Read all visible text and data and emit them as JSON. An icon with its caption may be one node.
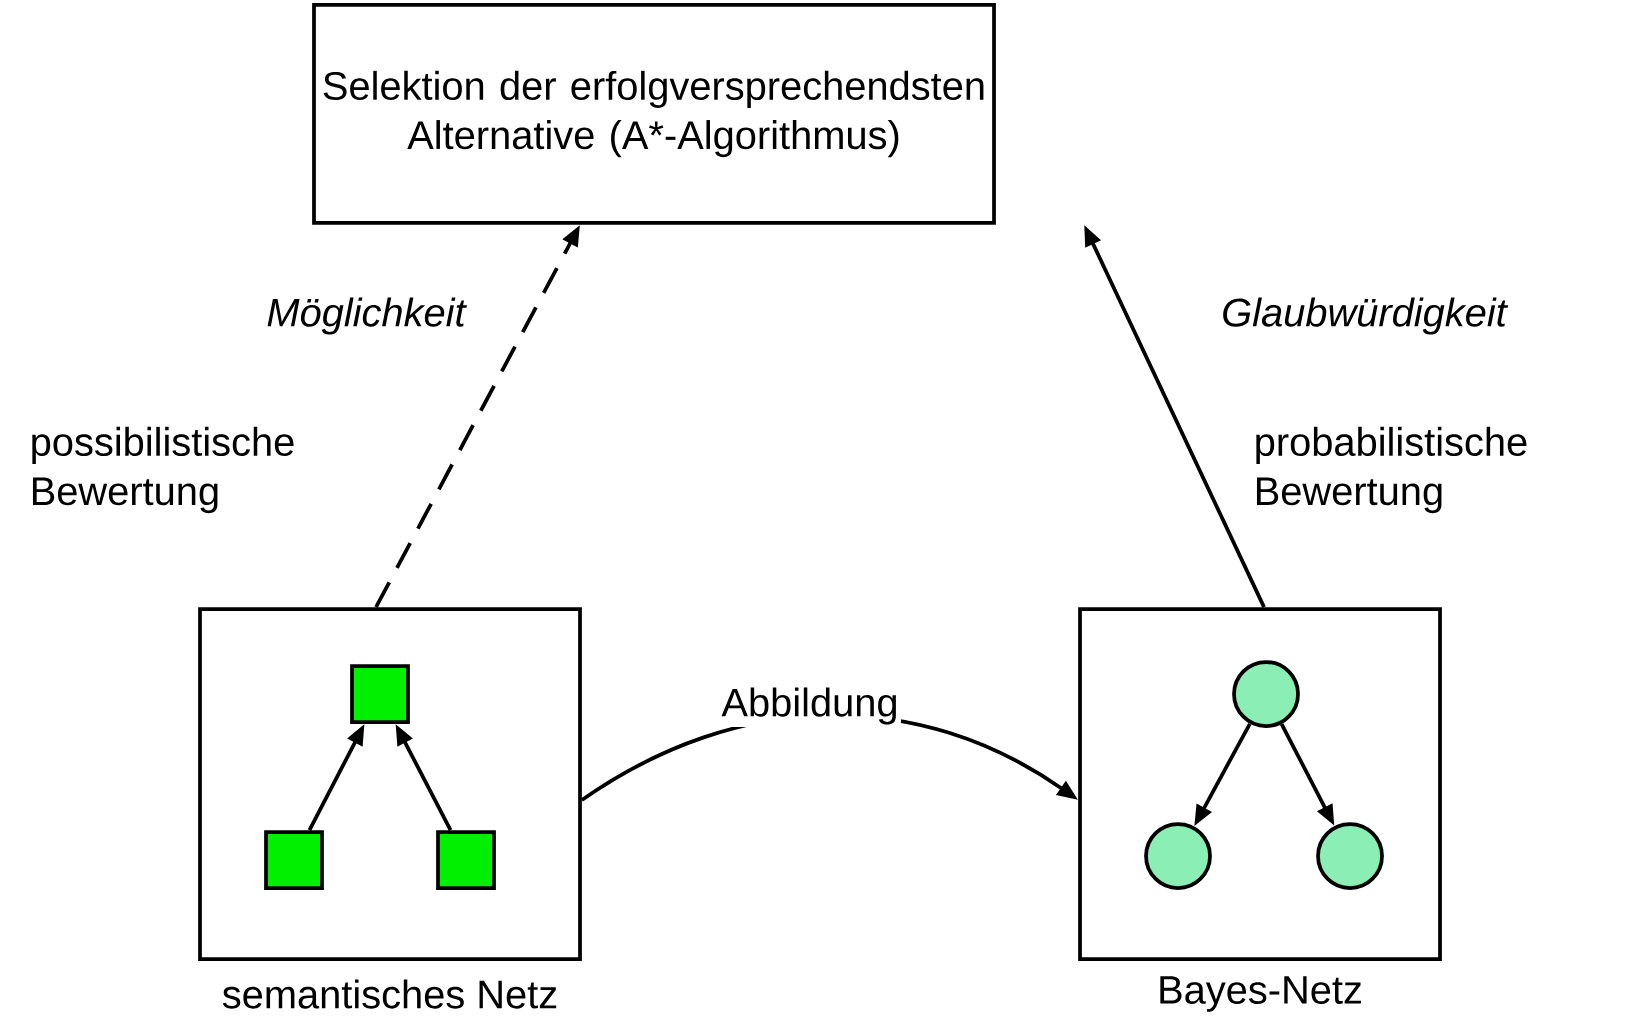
{
  "diagram": {
    "nodes": [
      {
        "text": [
          "Selektion der erfolgversprechendsten Alternative (A*-Algorithmus)"
        ]
      },
      {
        "text": [],
        "shape": "box",
        "beside": [
          "semantisches Netz"
        ]
      },
      {
        "text": [],
        "shape": "box",
        "in": 1
      },
      {
        "text": [],
        "shape": "box",
        "in": 1
      },
      {
        "text": [],
        "shape": "box",
        "in": 1
      },
      {
        "text": [],
        "shape": "box",
        "beside": [
          "Bayes-Netz"
        ]
      },
      {
        "text": [],
        "shape": "circle",
        "in": 5
      },
      {
        "text": [],
        "shape": "circle",
        "in": 5
      },
      {
        "text": [],
        "shape": "circle",
        "in": 5
      }
    ],
    "edges": [
      {
        "from": 1,
        "to": 0,
        "arrow": "to",
        "style": "dashed",
        "label": "Möglichkeit"
      },
      {
        "from": 5,
        "to": 0,
        "arrow": "to",
        "label": "Glaubwürdigkeit"
      },
      {
        "from": 1,
        "to": 5,
        "arrow": "to",
        "label": "Abbildung"
      },
      {
        "from": 3,
        "to": 2,
        "arrow": "to"
      },
      {
        "from": 4,
        "to": 2,
        "arrow": "to"
      },
      {
        "from": 6,
        "to": 7,
        "arrow": "to"
      },
      {
        "from": 6,
        "to": 8,
        "arrow": "to"
      }
    ],
    "labels": [
      "possibilistische Bewertung",
      "probabilistische Bewertung"
    ]
  }
}
